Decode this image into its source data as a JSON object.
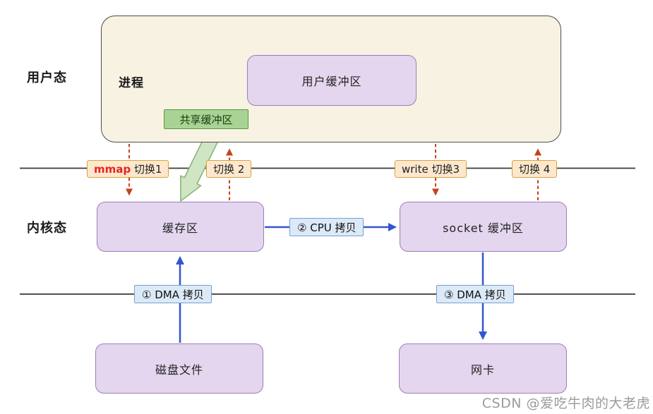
{
  "zones": {
    "user_mode": "用户态",
    "kernel_mode": "内核态"
  },
  "process": {
    "label": "进程"
  },
  "boxes": {
    "user_buffer": "用户缓冲区",
    "shared_buffer": "共享缓冲区",
    "kernel_buffer": "缓存区",
    "socket_buffer": "socket 缓冲区",
    "disk_file": "磁盘文件",
    "nic": "网卡"
  },
  "switches": {
    "switch1_keyword": "mmap",
    "switch1_rest": " 切换1",
    "switch2": "切换 2",
    "switch3": "write 切换3",
    "switch4": "切换 4"
  },
  "copies": {
    "dma1": "① DMA 拷贝",
    "cpu2": "② CPU 拷贝",
    "dma3": "③ DMA 拷贝"
  },
  "watermark": "CSDN @爱吃牛肉的大老虎",
  "colors": {
    "process_fill": "#f7f2e2",
    "purple_fill": "#e4d6ee",
    "purple_border": "#9c7dbd",
    "green_label_fill": "#a9d395",
    "green_arrow_fill": "#d0e5c3",
    "orange_label_fill": "#fde8cd",
    "orange_border": "#d8a23e",
    "mmap_red": "#e8251f",
    "blue_label_fill": "#dce9f7",
    "blue_arrow": "#3256d0",
    "red_dashed_arrow": "#c8401f",
    "boundary_line": "#3a3a3a"
  }
}
